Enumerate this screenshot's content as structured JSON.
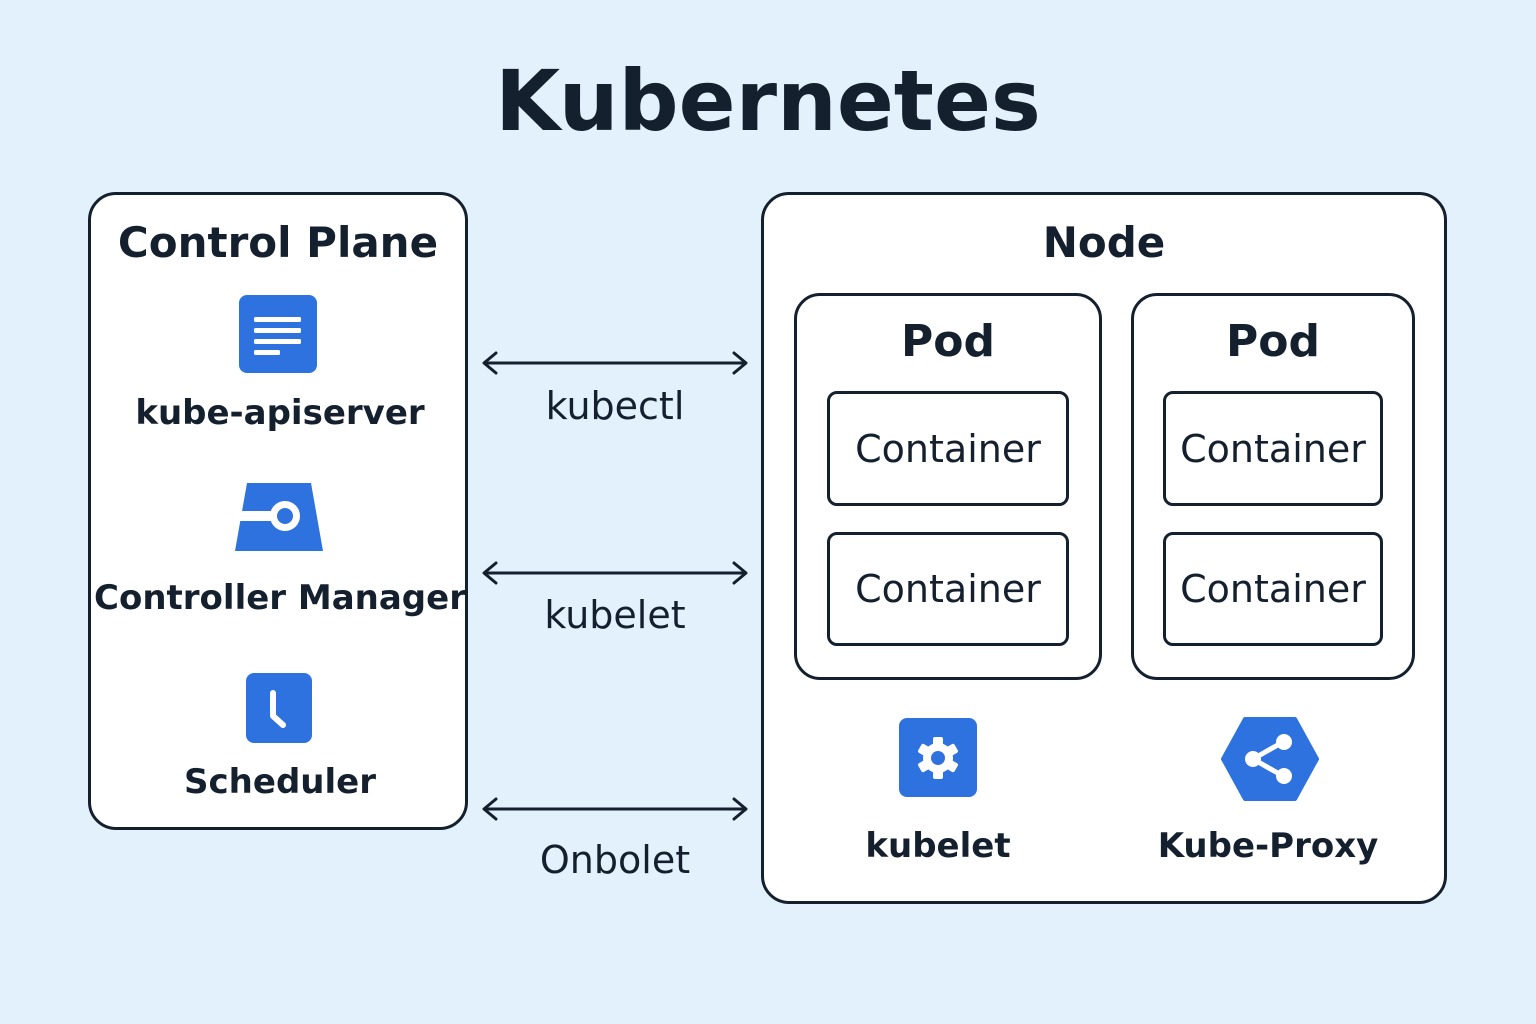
{
  "title": "Kubernetes",
  "control_plane": {
    "heading": "Control Plane",
    "components": [
      {
        "label": "kube-apiserver",
        "icon": "document-lines-icon"
      },
      {
        "label": "Controller Manager",
        "icon": "key-icon"
      },
      {
        "label": "Scheduler",
        "icon": "clock-icon"
      }
    ]
  },
  "connections": [
    {
      "label": "kubectl"
    },
    {
      "label": "kubelet"
    },
    {
      "label": "Onbolet"
    }
  ],
  "node": {
    "heading": "Node",
    "pods": [
      {
        "label": "Pod",
        "containers": [
          "Container",
          "Container"
        ]
      },
      {
        "label": "Pod",
        "containers": [
          "Container",
          "Container"
        ]
      }
    ],
    "agents": [
      {
        "label": "kubelet",
        "icon": "gear-icon"
      },
      {
        "label": "Kube-Proxy",
        "icon": "share-network-icon"
      }
    ]
  },
  "colors": {
    "background": "#e3f1fd",
    "icon_blue": "#2e72df",
    "text_dark": "#14202e"
  }
}
